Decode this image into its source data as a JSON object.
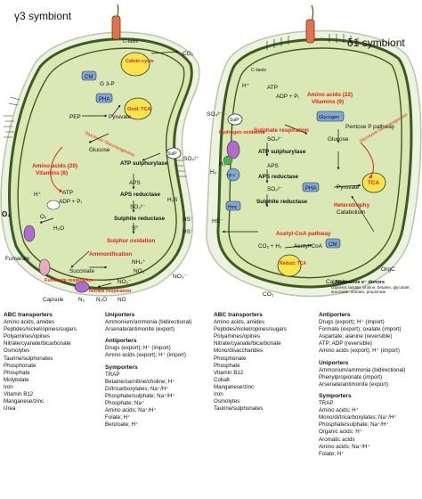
{
  "gamma3": {
    "title": "γ3 symbiont",
    "processes": {
      "calvin": "Calvin cycle",
      "cm": "CM",
      "g3p": "G 3-P",
      "pha": "PHA",
      "oxid_tca": "Oxid. TCA",
      "pep": "PEP",
      "pyruvate": "Pyruvate",
      "glycolysis": "Glycolysis/ Gluconeogenesis",
      "glucose": "Glucose",
      "amino": "Amino acids (20)",
      "vitamins": "Vitamins (8)",
      "sup": "SulP",
      "atp_sulf": "ATP sulphurylase",
      "aps": "APS",
      "aps_red": "APS reductase",
      "sulfite_red": "Sulphite reductase",
      "sulfur_ox": "Sulphur oxidation",
      "ammon": "Ammonification",
      "fumarate_resp": "Fumarate respiration",
      "succinate": "Succinate",
      "nitrate_resp": "Nitrate respiration",
      "h2o": "H₂O",
      "o2": "O₂",
      "hplus": "H⁺",
      "adp": "ADP + Pᵢ",
      "atp": "ATP",
      "n2o": "N₂O",
      "n2": "N₂",
      "no": "NO",
      "no3": "NO₃⁻",
      "no2": "NO₂⁻",
      "nh4": "NH₄⁺",
      "ctaxis": "C-taxis",
      "so3": "SO₃²⁻",
      "s0": "S⁰"
    },
    "external": {
      "o2": "O₂",
      "fumarate": "Fumarate",
      "capsule": "Capsule",
      "co2": "CO₂",
      "so4": "SO₄²⁻",
      "h2s": "H₂S",
      "hs1": "HS⁻",
      "hs2": "HS⁻",
      "no3": "NO₃⁻"
    }
  },
  "delta1": {
    "title": "δ1 symbiont",
    "processes": {
      "ctaxis": "C-taxis",
      "atp": "ATP",
      "adp": "ADP + Pᵢ",
      "amino": "Amino acids (22)",
      "vitamins": "Vitamins (9)",
      "sup": "SulP",
      "glycogen": "Glycogen",
      "h2ox": "Hydrogen oxidation",
      "sulfate_resp": "Sulphate respiration",
      "so4": "SO₄²⁻",
      "atp_sulf": "ATP sulphurylase",
      "glucose": "Glucose",
      "ppp": "Pentose P pathway",
      "glycolysis": "Glycolysis/ Gluconeogenesis",
      "aps": "APS",
      "aps_red": "APS reductase",
      "sulfite_red": "Sulphite reductase",
      "pha": "PHA",
      "pyruvate": "Pyruvate",
      "tca": "TCA",
      "heterotrophy": "Heterotrophy",
      "catabolism": "Catabolism",
      "tpl": "Tpl-c",
      "hmc": "Hmc",
      "acetyl_path": "Acetyl-CoA pathway",
      "co2h": "CO₂ + H₂",
      "acetyl": "Acetyl-CoA",
      "cm": "CM",
      "red_tca": "Reduct. TCA",
      "so3": "SO₃²⁻",
      "hplus": "H⁺",
      "h2": "H₂"
    },
    "external": {
      "orgc": "OrgC",
      "capsule": "Capsule",
      "co2": "CO₂",
      "so4": "SO₄²⁻",
      "h2": "H₂",
      "hs": "HS⁻"
    },
    "donors": {
      "title": "Alternative e⁻ donors",
      "text": "Glycerol, lactate, proline, betaine, glycolate, succinate, acetate, propionate"
    }
  },
  "transporters": {
    "col1": [
      {
        "header": "ABC transporters",
        "items": [
          "Amino acids, amides",
          "Peptides/nickel/opines/sugars",
          "Polyamines/opines",
          "Nitrate/cyanate/bicarbonate",
          "Osmolytes",
          "Taurine/sulphonates",
          "Phosphonate",
          "Phosphate",
          "Molybdate",
          "Iron",
          "Vitamin B12",
          "Manganese/zinc",
          "Urea"
        ]
      }
    ],
    "col2": [
      {
        "header": "Uniporters",
        "items": [
          "Ammonium/ammonia (bidirectional)",
          "Arsenate/antimonite (export)"
        ]
      },
      {
        "header": "Antiporters",
        "items": [
          "Drugs (export); H⁺ (import)",
          "Amino acids (export); H⁺ (import)"
        ]
      },
      {
        "header": "Symporters",
        "items": [
          "TRAP",
          "Betaine/carnitine/choline; H⁺",
          "Di/tricarboxylates; Na⁺/H⁺",
          "Phosphate/sulphate; Na⁺/H⁺",
          "Phosphate; Na⁺",
          "Amino acids; Na⁺/H⁺",
          "Folate; H⁺",
          "Benzoate; H⁺"
        ]
      }
    ],
    "col3": [
      {
        "header": "ABC transporters",
        "items": [
          "Amino acids, amides",
          "Peptides/nickel/opines/sugars",
          "Polyamines/opines",
          "Nitrate/cyanate/bicarbonate",
          "Mono/disaccharides",
          "Phosphonate",
          "Phosphate",
          "Vitamin B12",
          "Cobalt",
          "Manganese/zinc",
          "Iron",
          "Osmolytes",
          "Taurine/sulphonates"
        ]
      }
    ],
    "col4": [
      {
        "header": "Antiporters",
        "items": [
          "Drugs (export); H⁺ (import)",
          "Formate (export); oxalate (import)",
          "Aspartate; alanine  (reversible)",
          "ATP; ADP (reversible)",
          "Amino acids (export); H⁺ (import)"
        ]
      },
      {
        "header": "Uniporters",
        "items": [
          "Ammonium/ammonia (bidirectional)",
          "Phenylpropionate (import)",
          "Arsenate/antimonite (export)"
        ]
      },
      {
        "header": "Symporters",
        "items": [
          "TRAP",
          "Amino acids; H⁺",
          "Mono/di/tricarboxylates; Na⁺/H⁺",
          "Phosphate/sulphate; Na⁺/H⁺",
          "Organic acids; H⁺",
          "Aromatic acids",
          "Amino acids; Na⁺/H⁺",
          "Folate; H⁺"
        ]
      }
    ]
  },
  "colors": {
    "cell_fill": "#d9e8b4",
    "membrane": "#3f5a1e",
    "capsule_halo": "#e9f0da",
    "process_red": "#e2231a",
    "yellow_node": "#f6e64a",
    "blue_node": "#7fa6d9",
    "purple_node": "#b06ad0",
    "flagellum": "#e0734d"
  }
}
